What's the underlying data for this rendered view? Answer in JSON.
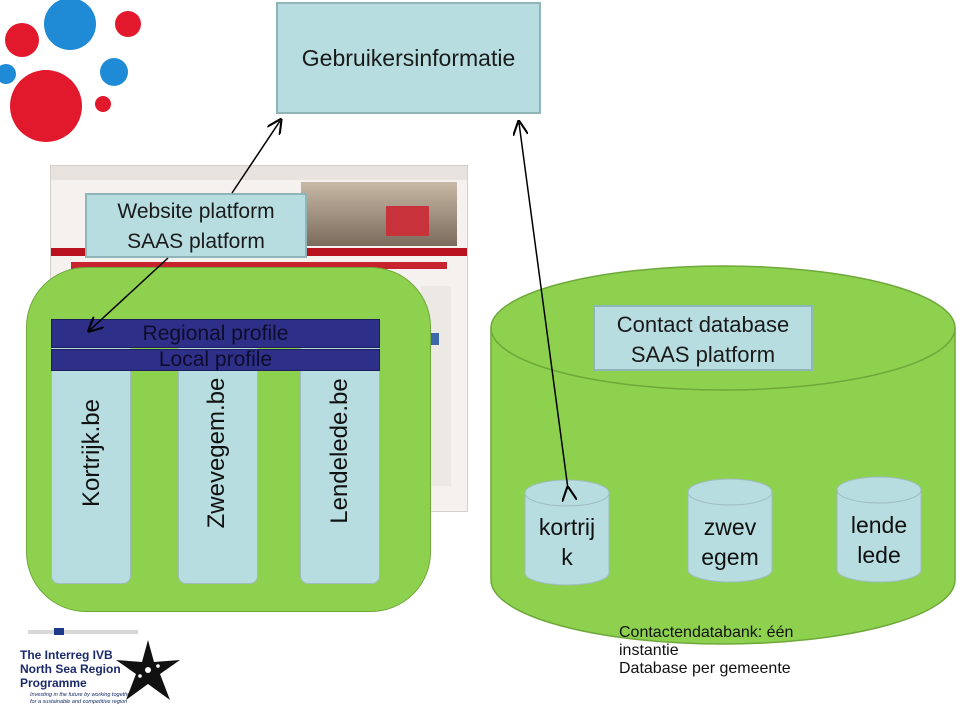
{
  "top_box": {
    "text": "Gebruikersinformatie"
  },
  "website_box": {
    "line1": "Website platform",
    "line2": "SAAS platform"
  },
  "left_group": {
    "regional_profile": "Regional profile",
    "local_profile": "Local profile",
    "columns": [
      "Kortrijk.be",
      "Zwevegem.be",
      "Lendelede.be"
    ]
  },
  "contact_box": {
    "line1": "Contact database",
    "line2": "SAAS platform"
  },
  "cylinders": [
    {
      "line1": "kortrij",
      "line2": "k"
    },
    {
      "line1": "zwev",
      "line2": "egem"
    },
    {
      "line1": "lende",
      "line2": "lede"
    }
  ],
  "footer": {
    "line1": "Contactendatabank: één",
    "line2": "instantie",
    "line3": "Database per gemeente"
  },
  "logo": {
    "line1": "The Interreg IVB",
    "line2": "North Sea Region",
    "line3": "Programme",
    "tag1": "Investing in the future by working together",
    "tag2": "for a sustainable and competitive region"
  },
  "colors": {
    "green": "#8dd14f",
    "teal": "#b7dde0",
    "navy": "#2e2f88",
    "red": "#e2182c",
    "blue": "#1f8ad6"
  }
}
